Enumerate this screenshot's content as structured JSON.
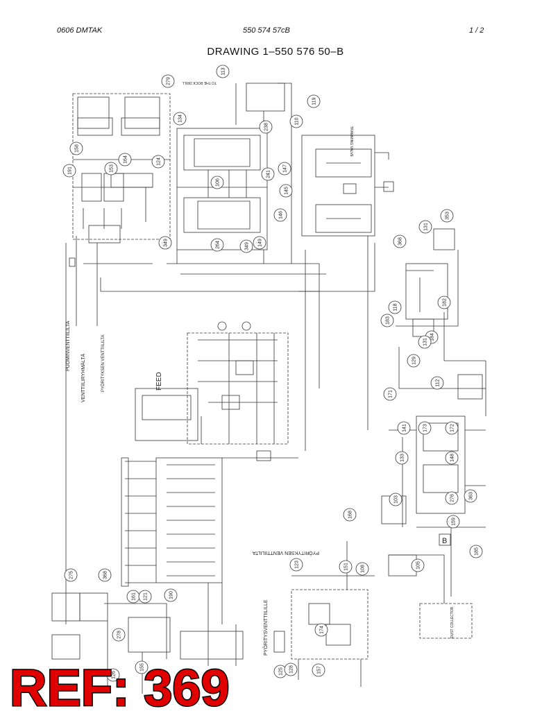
{
  "header": {
    "left": "0606   DMTAK",
    "center": "550 574 57cB",
    "right": "1 /   2"
  },
  "title": "DRAWING  1–550 576 50–B",
  "stamp": {
    "text": "REF: 369",
    "color": "#e00000"
  },
  "labels": {
    "feed": "FEED",
    "puominventtiili": "PUOMINVENTTIILILTA",
    "venttiiliryhma": "VENTTIILIRYHMÄLTÄ",
    "pyoritys_ventti": "PYÖRITYKSEN VENTTIILILTA",
    "pyoritysventtiilille": "PYÖRITYSVENTTIILILLE",
    "pyoritys_ventti_2": "PYÖRITYKSEN VENTTIILILTA",
    "rock_drill": "TO THE ROCK DRILL",
    "tramming_valve": "TRAMMING VALVE",
    "dust_collector": "DUST COLLECTOR",
    "box_letter": "B"
  },
  "callouts": [
    {
      "n": "279"
    },
    {
      "n": "113"
    },
    {
      "n": "119"
    },
    {
      "n": "110"
    },
    {
      "n": "158"
    },
    {
      "n": "164"
    },
    {
      "n": "153"
    },
    {
      "n": "124"
    },
    {
      "n": "191"
    },
    {
      "n": "134"
    },
    {
      "n": "238"
    },
    {
      "n": "147"
    },
    {
      "n": "241"
    },
    {
      "n": "145"
    },
    {
      "n": "146"
    },
    {
      "n": "149"
    },
    {
      "n": "106"
    },
    {
      "n": "349"
    },
    {
      "n": "264"
    },
    {
      "n": "349"
    },
    {
      "n": "131"
    },
    {
      "n": "353"
    },
    {
      "n": "368"
    },
    {
      "n": "118"
    },
    {
      "n": "183"
    },
    {
      "n": "182"
    },
    {
      "n": "184"
    },
    {
      "n": "131"
    },
    {
      "n": "129"
    },
    {
      "n": "112"
    },
    {
      "n": "171"
    },
    {
      "n": "141"
    },
    {
      "n": "173"
    },
    {
      "n": "172"
    },
    {
      "n": "148"
    },
    {
      "n": "133"
    },
    {
      "n": "276"
    },
    {
      "n": "103"
    },
    {
      "n": "168"
    },
    {
      "n": "363"
    },
    {
      "n": "159"
    },
    {
      "n": "105"
    },
    {
      "n": "185"
    },
    {
      "n": "151"
    },
    {
      "n": "108"
    },
    {
      "n": "123"
    },
    {
      "n": "275"
    },
    {
      "n": "368"
    },
    {
      "n": "161"
    },
    {
      "n": "121"
    },
    {
      "n": "278"
    },
    {
      "n": "190"
    },
    {
      "n": "155"
    },
    {
      "n": "126"
    },
    {
      "n": "174"
    },
    {
      "n": "125"
    },
    {
      "n": "128"
    },
    {
      "n": "157"
    }
  ]
}
